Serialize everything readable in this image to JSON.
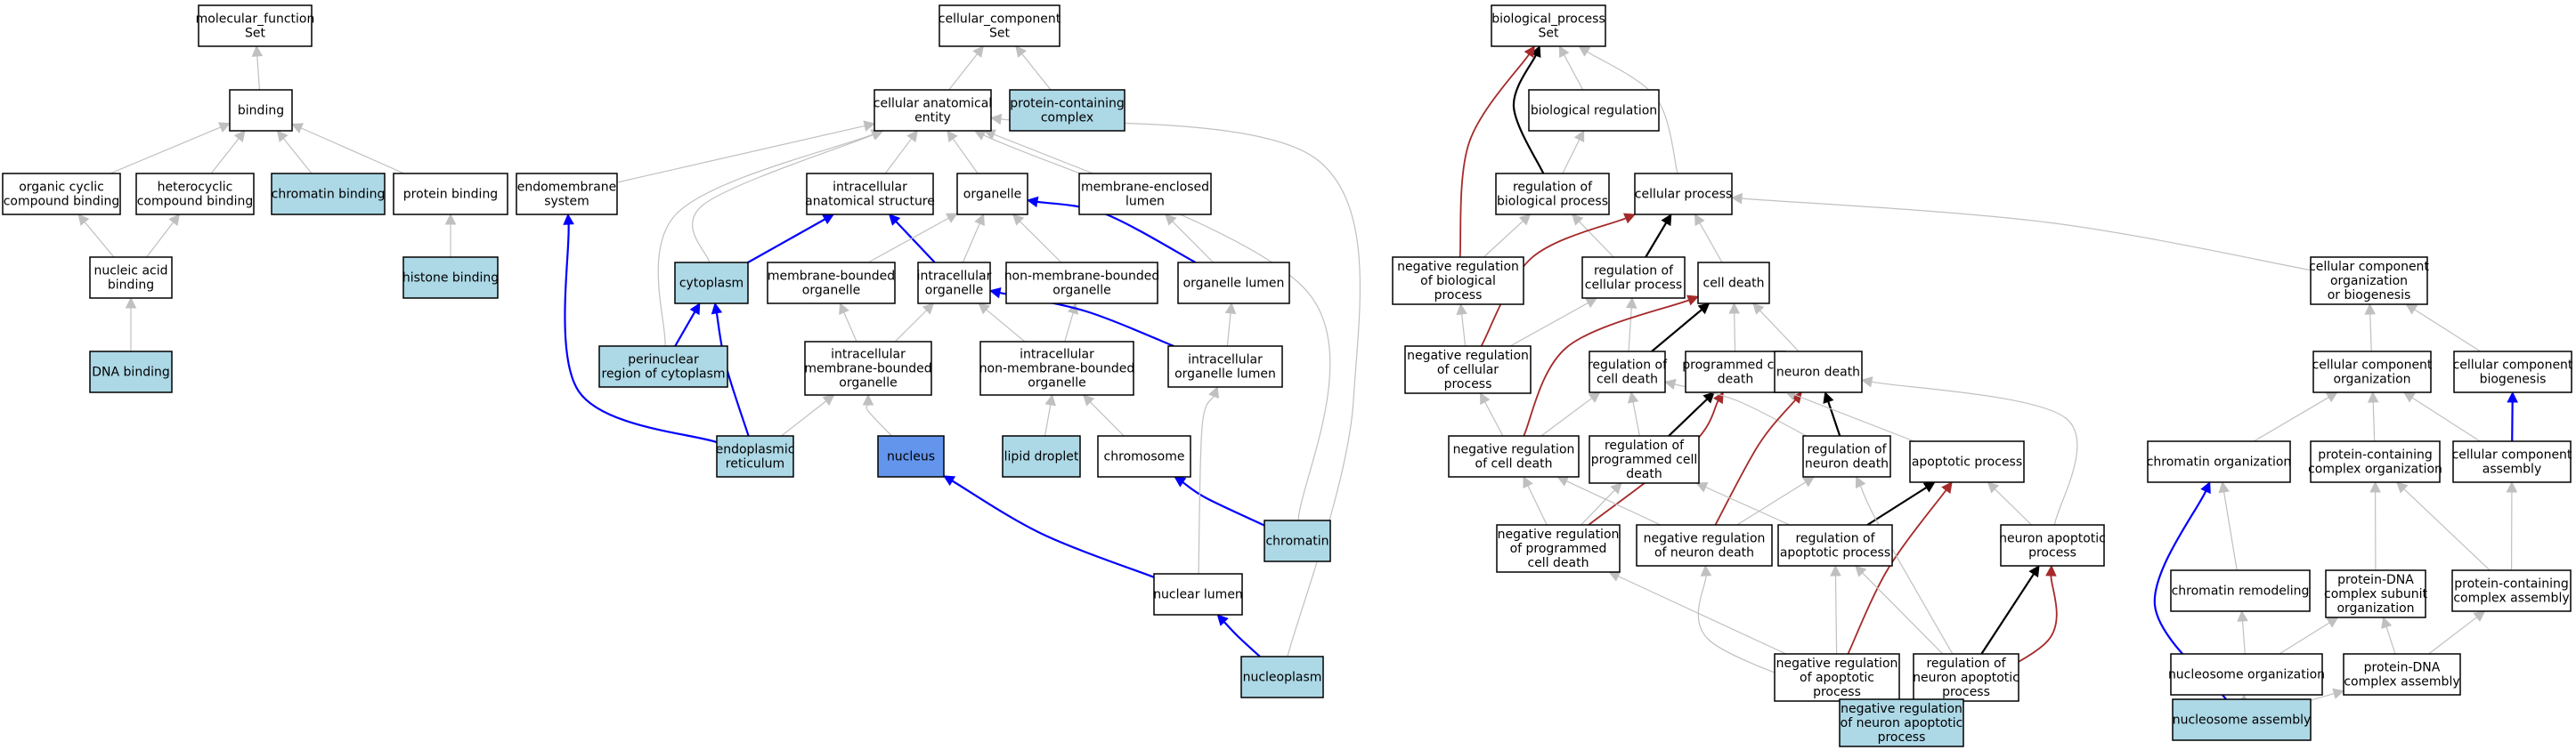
{
  "colors": {
    "default_fill": "#ffffff",
    "annotated_fill": "#add8e6",
    "focus_fill": "#6495ed",
    "is_a_edge": "#c0c0c0",
    "part_of_edge": "#0000ff",
    "regulates_edge": "#000000",
    "negatively_regulates_edge": "#a52a2a"
  },
  "nodes": [
    {
      "id": "mf",
      "lines": [
        "molecular_function",
        "Set"
      ],
      "style": "default"
    },
    {
      "id": "binding",
      "lines": [
        "binding"
      ],
      "style": "default"
    },
    {
      "id": "organic",
      "lines": [
        "organic cyclic",
        "compound binding"
      ],
      "style": "default"
    },
    {
      "id": "hetero",
      "lines": [
        "heterocyclic",
        "compound binding"
      ],
      "style": "default"
    },
    {
      "id": "chromatin_binding",
      "lines": [
        "chromatin binding"
      ],
      "style": "annotated"
    },
    {
      "id": "protein_binding",
      "lines": [
        "protein binding"
      ],
      "style": "default"
    },
    {
      "id": "nucleic",
      "lines": [
        "nucleic acid",
        "binding"
      ],
      "style": "default"
    },
    {
      "id": "histone",
      "lines": [
        "histone binding"
      ],
      "style": "annotated"
    },
    {
      "id": "dna_binding",
      "lines": [
        "DNA binding"
      ],
      "style": "annotated"
    },
    {
      "id": "cc",
      "lines": [
        "cellular_component",
        "Set"
      ],
      "style": "default"
    },
    {
      "id": "cae",
      "lines": [
        "cellular anatomical",
        "entity"
      ],
      "style": "default"
    },
    {
      "id": "pcc",
      "lines": [
        "protein-containing",
        "complex"
      ],
      "style": "annotated"
    },
    {
      "id": "endomembrane",
      "lines": [
        "endomembrane",
        "system"
      ],
      "style": "default"
    },
    {
      "id": "ias",
      "lines": [
        "intracellular",
        "anatomical structure"
      ],
      "style": "default"
    },
    {
      "id": "organelle",
      "lines": [
        "organelle"
      ],
      "style": "default"
    },
    {
      "id": "mel",
      "lines": [
        "membrane-enclosed",
        "lumen"
      ],
      "style": "default"
    },
    {
      "id": "cytoplasm",
      "lines": [
        "cytoplasm"
      ],
      "style": "annotated"
    },
    {
      "id": "mbo",
      "lines": [
        "membrane-bounded",
        "organelle"
      ],
      "style": "default"
    },
    {
      "id": "io",
      "lines": [
        "intracellular",
        "organelle"
      ],
      "style": "default"
    },
    {
      "id": "nmbo",
      "lines": [
        "non-membrane-bounded",
        "organelle"
      ],
      "style": "default"
    },
    {
      "id": "ol",
      "lines": [
        "organelle lumen"
      ],
      "style": "default"
    },
    {
      "id": "perinuclear",
      "lines": [
        "perinuclear",
        "region of cytoplasm"
      ],
      "style": "annotated"
    },
    {
      "id": "imbo",
      "lines": [
        "intracellular",
        "membrane-bounded",
        "organelle"
      ],
      "style": "default"
    },
    {
      "id": "inmbo",
      "lines": [
        "intracellular",
        "non-membrane-bounded",
        "organelle"
      ],
      "style": "default"
    },
    {
      "id": "iol",
      "lines": [
        "intracellular",
        "organelle lumen"
      ],
      "style": "default"
    },
    {
      "id": "er",
      "lines": [
        "endoplasmic",
        "reticulum"
      ],
      "style": "annotated"
    },
    {
      "id": "nucleus",
      "lines": [
        "nucleus"
      ],
      "style": "focus"
    },
    {
      "id": "lipid",
      "lines": [
        "lipid droplet"
      ],
      "style": "annotated"
    },
    {
      "id": "chromosome",
      "lines": [
        "chromosome"
      ],
      "style": "default"
    },
    {
      "id": "chromatin",
      "lines": [
        "chromatin"
      ],
      "style": "annotated"
    },
    {
      "id": "nuclear_lumen",
      "lines": [
        "nuclear lumen"
      ],
      "style": "default"
    },
    {
      "id": "nucleoplasm",
      "lines": [
        "nucleoplasm"
      ],
      "style": "annotated"
    },
    {
      "id": "bp",
      "lines": [
        "biological_process",
        "Set"
      ],
      "style": "default"
    },
    {
      "id": "br",
      "lines": [
        "biological regulation"
      ],
      "style": "default"
    },
    {
      "id": "rbp",
      "lines": [
        "regulation of",
        "biological process"
      ],
      "style": "default"
    },
    {
      "id": "cp",
      "lines": [
        "cellular process"
      ],
      "style": "default"
    },
    {
      "id": "nrbp",
      "lines": [
        "negative regulation",
        "of biological",
        "process"
      ],
      "style": "default"
    },
    {
      "id": "rcp",
      "lines": [
        "regulation of",
        "cellular process"
      ],
      "style": "default"
    },
    {
      "id": "cell_death",
      "lines": [
        "cell death"
      ],
      "style": "default"
    },
    {
      "id": "ccob",
      "lines": [
        "cellular component",
        "organization",
        "or biogenesis"
      ],
      "style": "default"
    },
    {
      "id": "nrcp",
      "lines": [
        "negative regulation",
        "of cellular",
        "process"
      ],
      "style": "default"
    },
    {
      "id": "rcd",
      "lines": [
        "regulation of",
        "cell death"
      ],
      "style": "default"
    },
    {
      "id": "pcd",
      "lines": [
        "programmed cell",
        "death"
      ],
      "style": "default"
    },
    {
      "id": "neuron_death",
      "lines": [
        "neuron death"
      ],
      "style": "default"
    },
    {
      "id": "cco",
      "lines": [
        "cellular component",
        "organization"
      ],
      "style": "default"
    },
    {
      "id": "ccb",
      "lines": [
        "cellular component",
        "biogenesis"
      ],
      "style": "default"
    },
    {
      "id": "nrcd",
      "lines": [
        "negative regulation",
        "of cell death"
      ],
      "style": "default"
    },
    {
      "id": "rpcd",
      "lines": [
        "regulation of",
        "programmed cell",
        "death"
      ],
      "style": "default"
    },
    {
      "id": "rnd",
      "lines": [
        "regulation of",
        "neuron death"
      ],
      "style": "default"
    },
    {
      "id": "apoptotic",
      "lines": [
        "apoptotic process"
      ],
      "style": "default"
    },
    {
      "id": "chromatin_org",
      "lines": [
        "chromatin organization"
      ],
      "style": "default"
    },
    {
      "id": "pcco",
      "lines": [
        "protein-containing",
        "complex organization"
      ],
      "style": "default"
    },
    {
      "id": "cca",
      "lines": [
        "cellular component",
        "assembly"
      ],
      "style": "default"
    },
    {
      "id": "nrpcd",
      "lines": [
        "negative regulation",
        "of programmed",
        "cell death"
      ],
      "style": "default"
    },
    {
      "id": "nrnd",
      "lines": [
        "negative regulation",
        "of neuron death"
      ],
      "style": "default"
    },
    {
      "id": "rap",
      "lines": [
        "regulation of",
        "apoptotic process"
      ],
      "style": "default"
    },
    {
      "id": "nap",
      "lines": [
        "neuron apoptotic",
        "process"
      ],
      "style": "default"
    },
    {
      "id": "chromatin_rem",
      "lines": [
        "chromatin remodeling"
      ],
      "style": "default"
    },
    {
      "id": "pdna_sub",
      "lines": [
        "protein-DNA",
        "complex subunit",
        "organization"
      ],
      "style": "default"
    },
    {
      "id": "pcca",
      "lines": [
        "protein-containing",
        "complex assembly"
      ],
      "style": "default"
    },
    {
      "id": "nrap",
      "lines": [
        "negative regulation",
        "of apoptotic",
        "process"
      ],
      "style": "default"
    },
    {
      "id": "rnap",
      "lines": [
        "regulation of",
        "neuron apoptotic",
        "process"
      ],
      "style": "default"
    },
    {
      "id": "nucleosome_org",
      "lines": [
        "nucleosome organization"
      ],
      "style": "default"
    },
    {
      "id": "pdna_assembly",
      "lines": [
        "protein-DNA",
        "complex assembly"
      ],
      "style": "default"
    },
    {
      "id": "nrnap",
      "lines": [
        "negative regulation",
        "of neuron apoptotic",
        "process"
      ],
      "style": "annotated"
    },
    {
      "id": "nucleosome_assembly",
      "lines": [
        "nucleosome assembly"
      ],
      "style": "annotated"
    }
  ],
  "edges": [
    {
      "from": "binding",
      "to": "mf",
      "type": "is_a"
    },
    {
      "from": "organic",
      "to": "binding",
      "type": "is_a"
    },
    {
      "from": "hetero",
      "to": "binding",
      "type": "is_a"
    },
    {
      "from": "chromatin_binding",
      "to": "binding",
      "type": "is_a"
    },
    {
      "from": "protein_binding",
      "to": "binding",
      "type": "is_a"
    },
    {
      "from": "nucleic",
      "to": "organic",
      "type": "is_a"
    },
    {
      "from": "nucleic",
      "to": "hetero",
      "type": "is_a"
    },
    {
      "from": "histone",
      "to": "protein_binding",
      "type": "is_a"
    },
    {
      "from": "dna_binding",
      "to": "nucleic",
      "type": "is_a"
    },
    {
      "from": "cae",
      "to": "cc",
      "type": "is_a"
    },
    {
      "from": "pcc",
      "to": "cc",
      "type": "is_a"
    },
    {
      "from": "endomembrane",
      "to": "cae",
      "type": "is_a"
    },
    {
      "from": "ias",
      "to": "cae",
      "type": "is_a"
    },
    {
      "from": "organelle",
      "to": "cae",
      "type": "is_a"
    },
    {
      "from": "mel",
      "to": "cae",
      "type": "is_a"
    },
    {
      "from": "cytoplasm",
      "to": "cae",
      "type": "is_a"
    },
    {
      "from": "perinuclear",
      "to": "cae",
      "type": "is_a"
    },
    {
      "from": "chromatin",
      "to": "cae",
      "type": "is_a"
    },
    {
      "from": "nucleoplasm",
      "to": "cae",
      "type": "is_a"
    },
    {
      "from": "cytoplasm",
      "to": "ias",
      "type": "part_of"
    },
    {
      "from": "io",
      "to": "ias",
      "type": "part_of"
    },
    {
      "from": "mbo",
      "to": "organelle",
      "type": "is_a"
    },
    {
      "from": "io",
      "to": "organelle",
      "type": "is_a"
    },
    {
      "from": "nmbo",
      "to": "organelle",
      "type": "is_a"
    },
    {
      "from": "ol",
      "to": "organelle",
      "type": "part_of"
    },
    {
      "from": "ol",
      "to": "mel",
      "type": "is_a"
    },
    {
      "from": "perinuclear",
      "to": "cytoplasm",
      "type": "part_of"
    },
    {
      "from": "er",
      "to": "cytoplasm",
      "type": "part_of"
    },
    {
      "from": "er",
      "to": "endomembrane",
      "type": "part_of"
    },
    {
      "from": "er",
      "to": "imbo",
      "type": "is_a"
    },
    {
      "from": "imbo",
      "to": "mbo",
      "type": "is_a"
    },
    {
      "from": "imbo",
      "to": "io",
      "type": "is_a"
    },
    {
      "from": "inmbo",
      "to": "io",
      "type": "is_a"
    },
    {
      "from": "inmbo",
      "to": "nmbo",
      "type": "is_a"
    },
    {
      "from": "iol",
      "to": "io",
      "type": "part_of"
    },
    {
      "from": "iol",
      "to": "ol",
      "type": "is_a"
    },
    {
      "from": "nucleus",
      "to": "imbo",
      "type": "is_a"
    },
    {
      "from": "lipid",
      "to": "inmbo",
      "type": "is_a"
    },
    {
      "from": "chromosome",
      "to": "inmbo",
      "type": "is_a"
    },
    {
      "from": "chromatin",
      "to": "chromosome",
      "type": "part_of"
    },
    {
      "from": "nuclear_lumen",
      "to": "nucleus",
      "type": "part_of"
    },
    {
      "from": "nuclear_lumen",
      "to": "iol",
      "type": "is_a"
    },
    {
      "from": "nucleoplasm",
      "to": "nuclear_lumen",
      "type": "part_of"
    },
    {
      "from": "br",
      "to": "bp",
      "type": "is_a"
    },
    {
      "from": "rbp",
      "to": "bp",
      "type": "regulates"
    },
    {
      "from": "rbp",
      "to": "br",
      "type": "is_a"
    },
    {
      "from": "cp",
      "to": "bp",
      "type": "is_a"
    },
    {
      "from": "nrbp",
      "to": "bp",
      "type": "negatively_regulates"
    },
    {
      "from": "nrbp",
      "to": "rbp",
      "type": "is_a"
    },
    {
      "from": "rcp",
      "to": "rbp",
      "type": "is_a"
    },
    {
      "from": "rcp",
      "to": "cp",
      "type": "regulates"
    },
    {
      "from": "nrcp",
      "to": "cp",
      "type": "negatively_regulates"
    },
    {
      "from": "cell_death",
      "to": "cp",
      "type": "is_a"
    },
    {
      "from": "ccob",
      "to": "cp",
      "type": "is_a"
    },
    {
      "from": "nrcp",
      "to": "nrbp",
      "type": "is_a"
    },
    {
      "from": "nrcp",
      "to": "rcp",
      "type": "is_a"
    },
    {
      "from": "rcd",
      "to": "rcp",
      "type": "is_a"
    },
    {
      "from": "rcd",
      "to": "cell_death",
      "type": "regulates"
    },
    {
      "from": "nrcd",
      "to": "cell_death",
      "type": "negatively_regulates"
    },
    {
      "from": "pcd",
      "to": "cell_death",
      "type": "is_a"
    },
    {
      "from": "neuron_death",
      "to": "cell_death",
      "type": "is_a"
    },
    {
      "from": "nrcd",
      "to": "nrcp",
      "type": "is_a"
    },
    {
      "from": "nrcd",
      "to": "rcd",
      "type": "is_a"
    },
    {
      "from": "rpcd",
      "to": "rcd",
      "type": "is_a"
    },
    {
      "from": "rpcd",
      "to": "pcd",
      "type": "regulates"
    },
    {
      "from": "nrpcd",
      "to": "pcd",
      "type": "negatively_regulates"
    },
    {
      "from": "rnd",
      "to": "rcd",
      "type": "is_a"
    },
    {
      "from": "rnd",
      "to": "neuron_death",
      "type": "regulates"
    },
    {
      "from": "nrnd",
      "to": "neuron_death",
      "type": "negatively_regulates"
    },
    {
      "from": "apoptotic",
      "to": "pcd",
      "type": "is_a"
    },
    {
      "from": "nap",
      "to": "neuron_death",
      "type": "is_a"
    },
    {
      "from": "nrpcd",
      "to": "nrcd",
      "type": "is_a"
    },
    {
      "from": "nrpcd",
      "to": "rpcd",
      "type": "is_a"
    },
    {
      "from": "nrnd",
      "to": "nrcd",
      "type": "is_a"
    },
    {
      "from": "nrnd",
      "to": "rnd",
      "type": "is_a"
    },
    {
      "from": "rap",
      "to": "rpcd",
      "type": "is_a"
    },
    {
      "from": "rap",
      "to": "apoptotic",
      "type": "regulates"
    },
    {
      "from": "nap",
      "to": "apoptotic",
      "type": "is_a"
    },
    {
      "from": "nrap",
      "to": "nrpcd",
      "type": "is_a"
    },
    {
      "from": "nrap",
      "to": "rap",
      "type": "is_a"
    },
    {
      "from": "nrap",
      "to": "apoptotic",
      "type": "negatively_regulates"
    },
    {
      "from": "rnap",
      "to": "rnd",
      "type": "is_a"
    },
    {
      "from": "rnap",
      "to": "rap",
      "type": "is_a"
    },
    {
      "from": "rnap",
      "to": "nap",
      "type": "regulates"
    },
    {
      "from": "nrnap",
      "to": "nrnd",
      "type": "is_a"
    },
    {
      "from": "nrnap",
      "to": "nrap",
      "type": "is_a"
    },
    {
      "from": "nrnap",
      "to": "rnap",
      "type": "is_a"
    },
    {
      "from": "nrnap",
      "to": "nap",
      "type": "negatively_regulates"
    },
    {
      "from": "cco",
      "to": "ccob",
      "type": "is_a"
    },
    {
      "from": "ccb",
      "to": "ccob",
      "type": "is_a"
    },
    {
      "from": "chromatin_org",
      "to": "cco",
      "type": "is_a"
    },
    {
      "from": "pcco",
      "to": "cco",
      "type": "is_a"
    },
    {
      "from": "cca",
      "to": "cco",
      "type": "is_a"
    },
    {
      "from": "cca",
      "to": "ccb",
      "type": "part_of"
    },
    {
      "from": "chromatin_rem",
      "to": "chromatin_org",
      "type": "is_a"
    },
    {
      "from": "pdna_sub",
      "to": "pcco",
      "type": "is_a"
    },
    {
      "from": "pcca",
      "to": "pcco",
      "type": "is_a"
    },
    {
      "from": "pcca",
      "to": "cca",
      "type": "is_a"
    },
    {
      "from": "nucleosome_org",
      "to": "chromatin_rem",
      "type": "is_a"
    },
    {
      "from": "nucleosome_org",
      "to": "pdna_sub",
      "type": "is_a"
    },
    {
      "from": "pdna_assembly",
      "to": "pdna_sub",
      "type": "is_a"
    },
    {
      "from": "pdna_assembly",
      "to": "pcca",
      "type": "is_a"
    },
    {
      "from": "nucleosome_assembly",
      "to": "nucleosome_org",
      "type": "is_a"
    },
    {
      "from": "nucleosome_assembly",
      "to": "pdna_assembly",
      "type": "is_a"
    },
    {
      "from": "nucleosome_assembly",
      "to": "chromatin_org",
      "type": "part_of"
    }
  ]
}
